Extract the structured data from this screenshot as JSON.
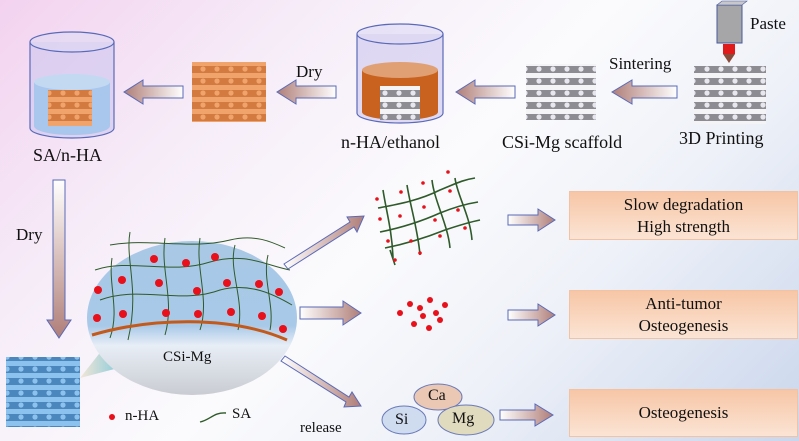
{
  "diagram": {
    "top_row": {
      "beaker_sa": {
        "label": "SA/n-HA"
      },
      "dry_arrow_top": {
        "label": "Dry"
      },
      "beaker_nha": {
        "label": "n-HA/ethanol"
      },
      "scaffold": {
        "label": "CSi-Mg scaffold"
      },
      "sintering_arrow": {
        "label": "Sintering"
      },
      "printer": {
        "label": "3D Printing",
        "paste_label": "Paste"
      }
    },
    "dry_arrow_left": {
      "label": "Dry"
    },
    "bubble": {
      "label": "CSi-Mg"
    },
    "legend": {
      "nha_label": "n-HA",
      "sa_label": "SA"
    },
    "release_label": "release",
    "ions": [
      "Ca",
      "Si",
      "Mg"
    ],
    "outcomes": [
      {
        "line1": "Slow degradation",
        "line2": "High strength"
      },
      {
        "line1": "Anti-tumor",
        "line2": "Osteogenesis"
      },
      {
        "line1": "Osteogenesis",
        "line2": ""
      }
    ],
    "colors": {
      "accent_red": "#e8101a",
      "network_green": "#2f5a2a",
      "orange_scaffold": "#e8975c",
      "blue_scaffold": "#7fb6e3",
      "arrow_brown": "#b98c86",
      "box_peach": "#f7c6a6"
    }
  }
}
